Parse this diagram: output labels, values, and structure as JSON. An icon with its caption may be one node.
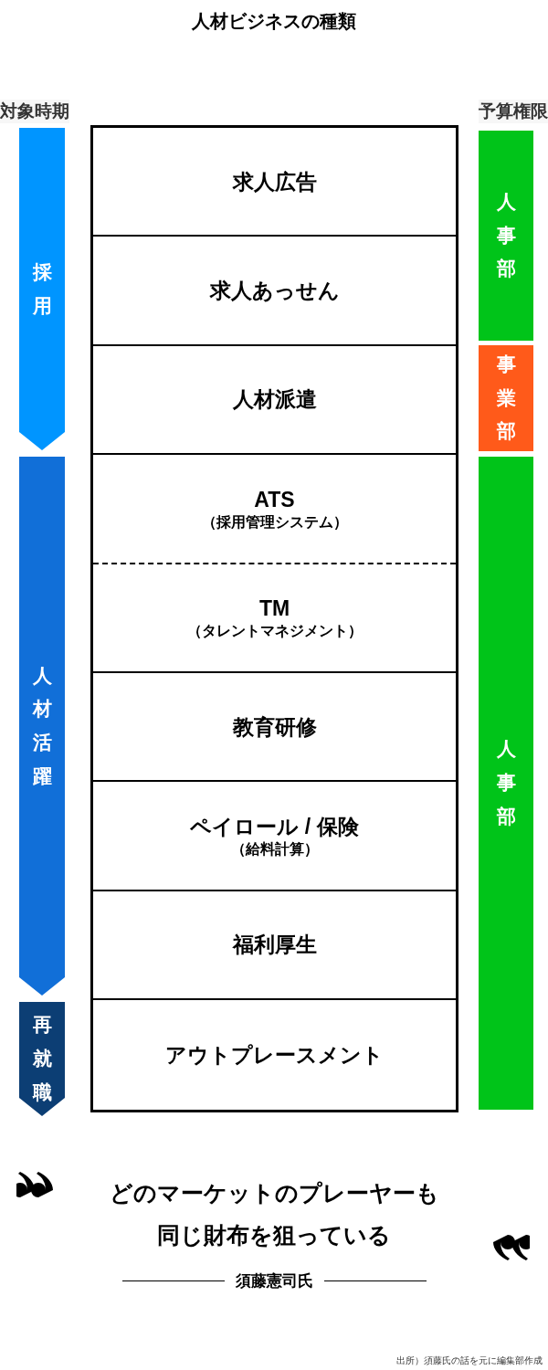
{
  "diagram": {
    "title": "人材ビジネスの種類",
    "nodes": [
      {
        "text": [
          "求人広告"
        ]
      },
      {
        "text": [
          "求人あっせん"
        ]
      },
      {
        "text": [
          "人材派遣"
        ]
      },
      {
        "text": [
          "ATS",
          "（採用管理システム）"
        ]
      },
      {
        "text": [
          "TM",
          "（タレントマネジメント）"
        ]
      },
      {
        "text": [
          "教育研修"
        ]
      },
      {
        "text": [
          "ペイロール / 保険",
          "（給料計算）"
        ]
      },
      {
        "text": [
          "福利厚生"
        ]
      },
      {
        "text": [
          "アウトプレースメント"
        ]
      },
      {
        "text": [
          "採用"
        ]
      },
      {
        "text": [
          "人材活躍"
        ]
      },
      {
        "text": [
          "再就職"
        ]
      },
      {
        "text": [
          "人事部"
        ]
      },
      {
        "text": [
          "事業部"
        ]
      },
      {
        "text": [
          "人事部"
        ]
      }
    ],
    "edges": [],
    "labels": [
      "対象時期",
      "予算権限",
      "どのマーケットのプレーヤーも同じ財布を狙っている",
      "須藤憲司氏",
      "出所）須藤氏の話を元に編集部作成"
    ]
  }
}
